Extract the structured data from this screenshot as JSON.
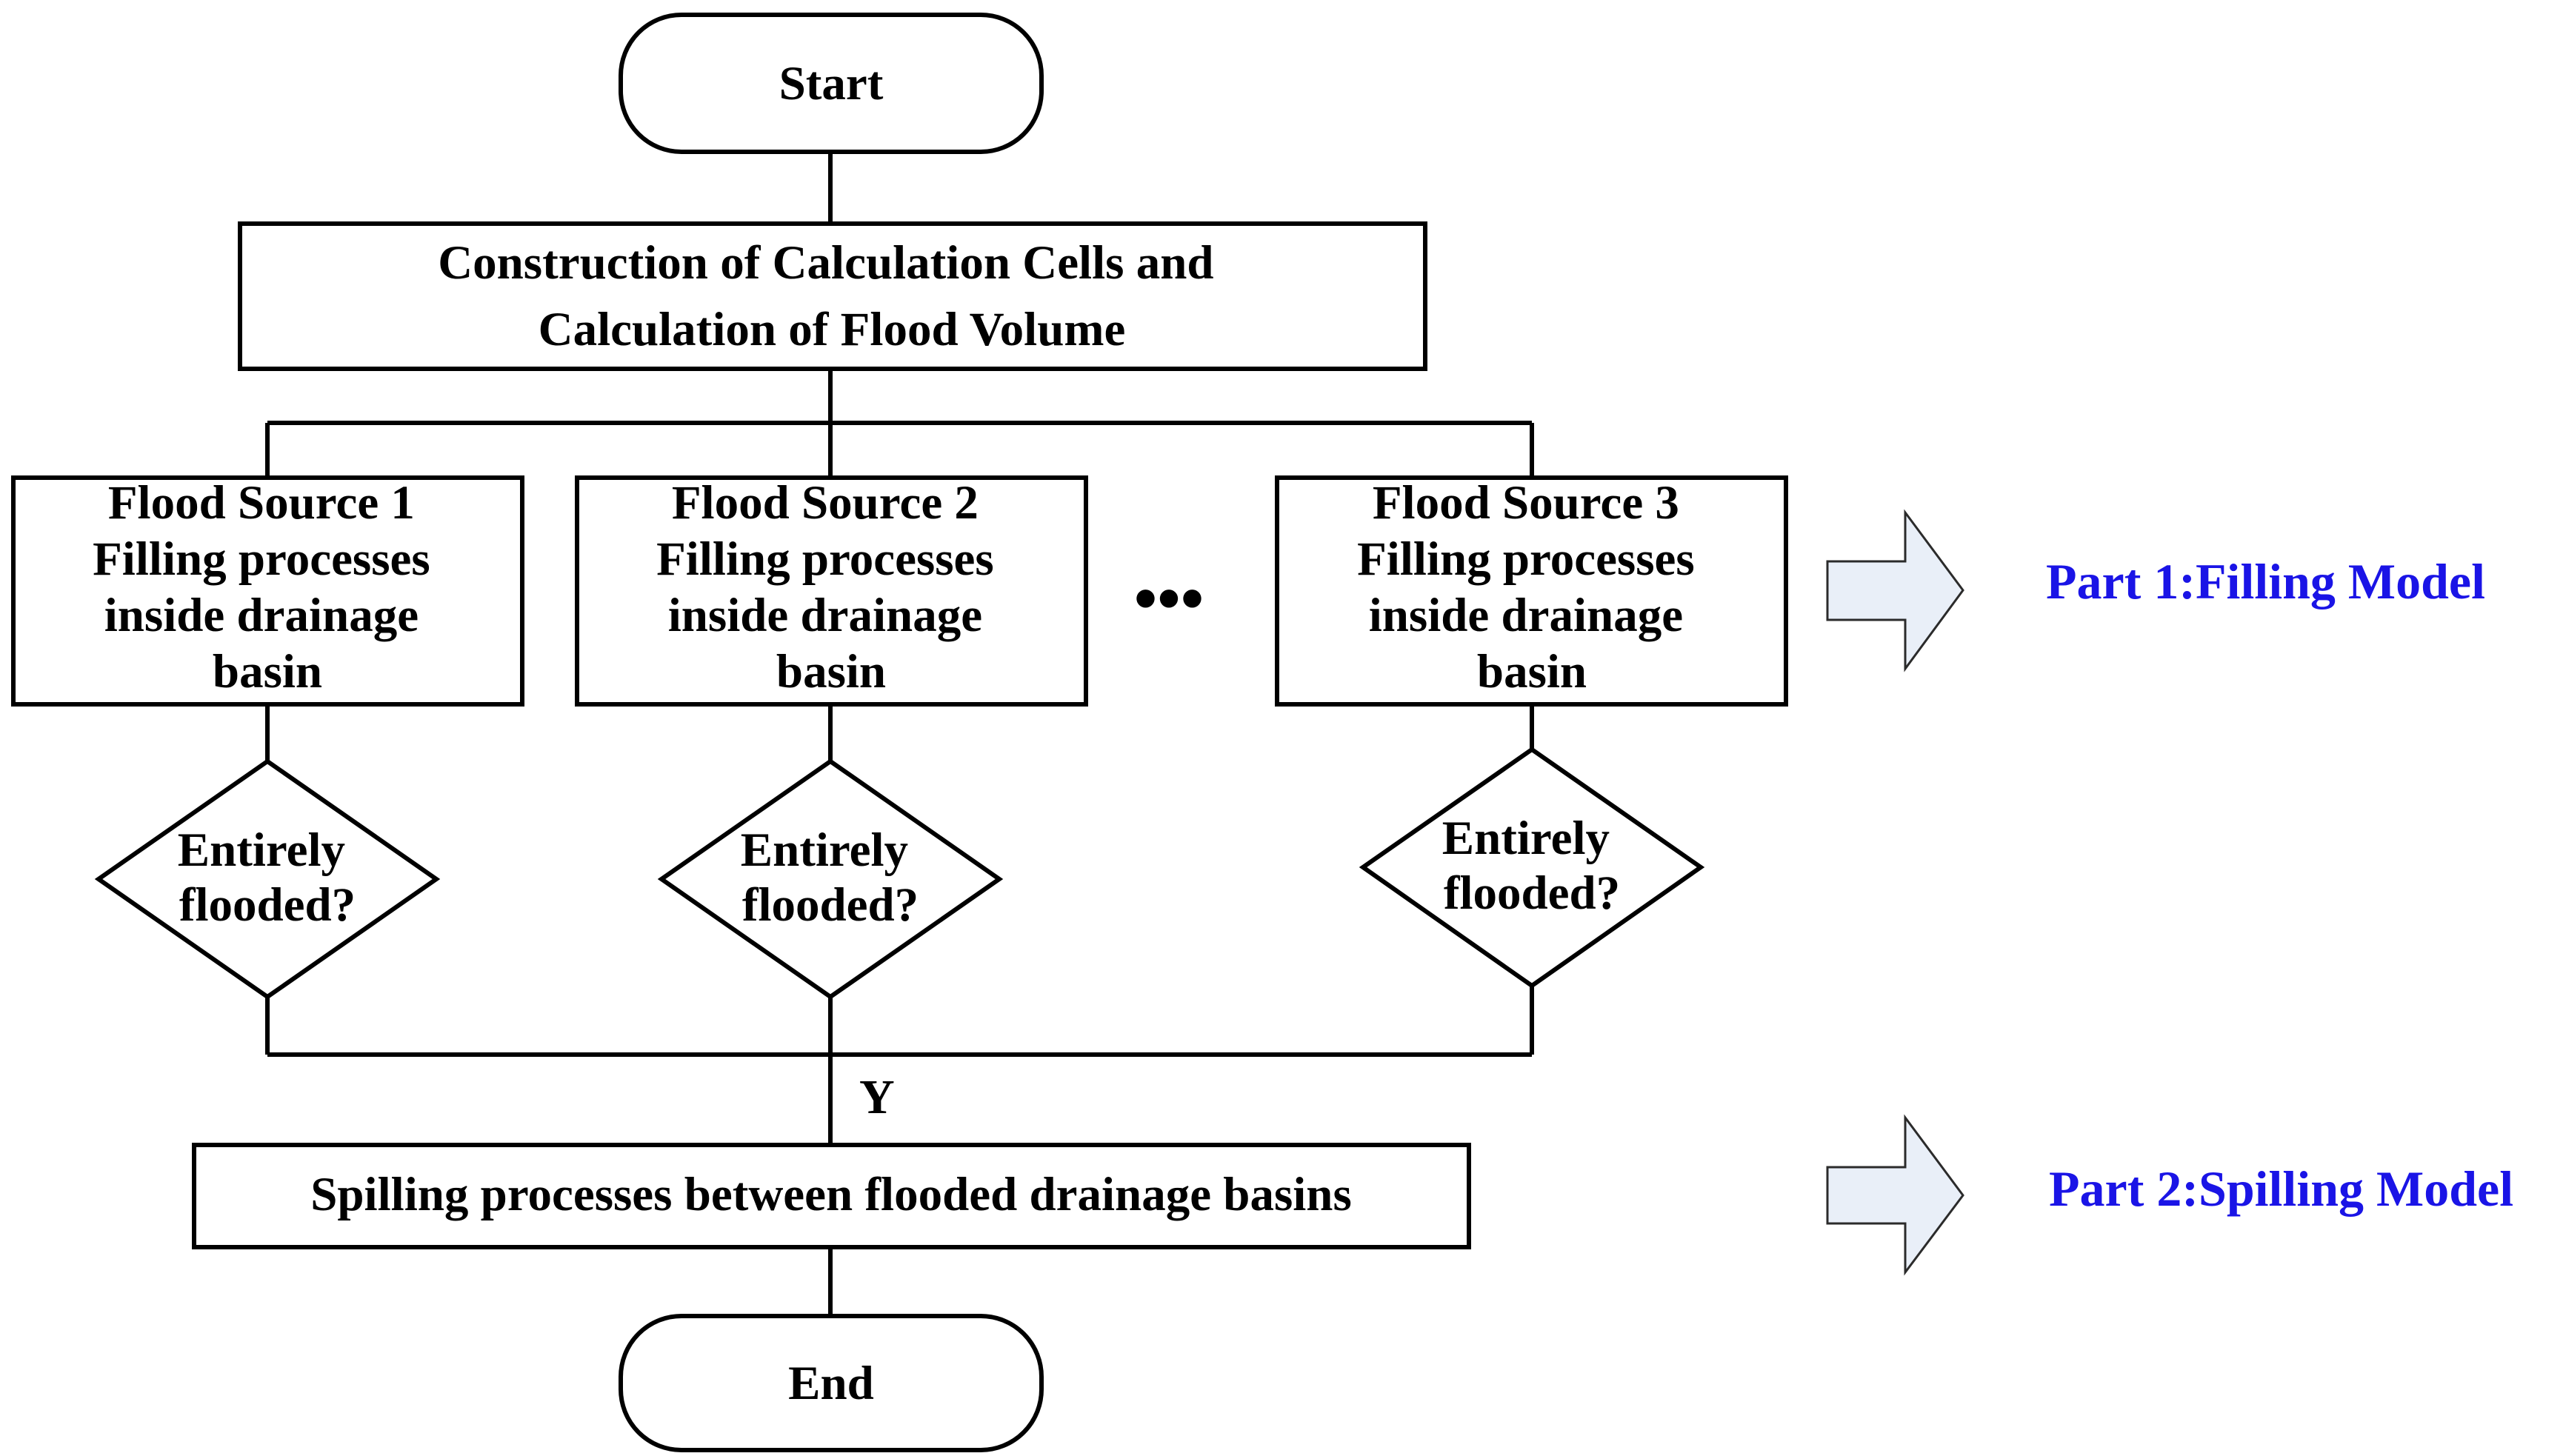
{
  "colors": {
    "stroke": "#000000",
    "part_label": "#1a14e6",
    "arrow_fill": "#e9eff8"
  },
  "nodes": {
    "start": "Start",
    "construction": [
      "Construction of Calculation Cells and",
      "Calculation of Flood Volume"
    ],
    "source1": [
      "Flood Source 1",
      "Filling processes",
      "inside drainage",
      "basin"
    ],
    "source2": [
      "Flood Source 2",
      "Filling processes",
      "inside drainage",
      "basin"
    ],
    "source3": [
      "Flood Source 3",
      "Filling processes",
      "inside drainage",
      "basin"
    ],
    "ellipsis": "•••",
    "decision1": [
      "Entirely",
      "flooded?"
    ],
    "decision2": [
      "Entirely",
      "flooded?"
    ],
    "decision3": [
      "Entirely",
      "flooded?"
    ],
    "spilling": "Spilling processes between flooded drainage basins",
    "end": "End"
  },
  "edge_labels": {
    "yes": "Y"
  },
  "parts": {
    "part1": "Part 1:Filling Model",
    "part2": "Part 2:Spilling Model"
  },
  "icons": {
    "arrow1": "right-arrow-icon",
    "arrow2": "right-arrow-icon"
  }
}
